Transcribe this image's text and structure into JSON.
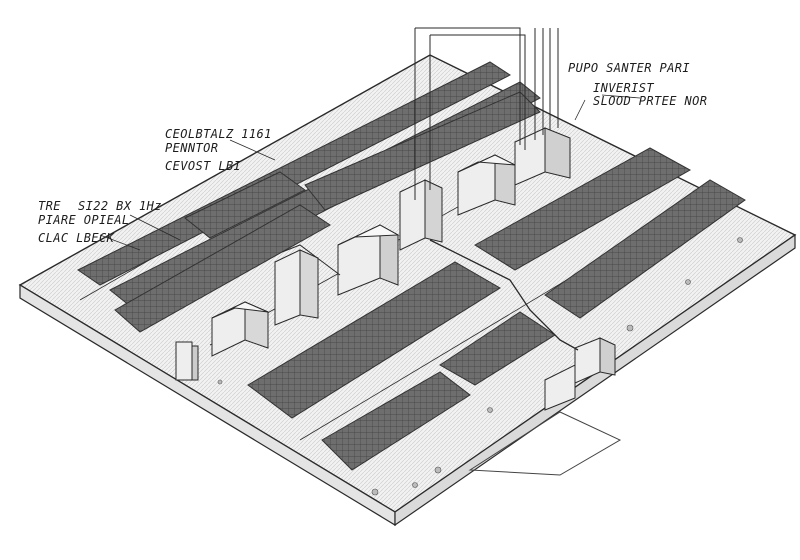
{
  "diagram": {
    "title": "",
    "labels": {
      "top_right_1": "PUPO SANTER PARI",
      "top_right_2": "INVERIST",
      "top_right_3": "SLOOD PRTEE NOR",
      "left_1": "CEOLBTALZ 1161",
      "left_2": "PENNTOR",
      "left_3": "CEVOST LBI",
      "far_left_1": "TRE",
      "far_left_2": "SI22 BX 1Hz",
      "far_left_3": "PIARE OPIEAL",
      "far_left_4": "CLAC LBECK"
    }
  },
  "colors": {
    "ink": "#2a2a2a",
    "panel_fill": "#6e6e6e",
    "panel_dark": "#4a4a4a",
    "ground": "#f4f4f4",
    "paper": "#ffffff"
  }
}
